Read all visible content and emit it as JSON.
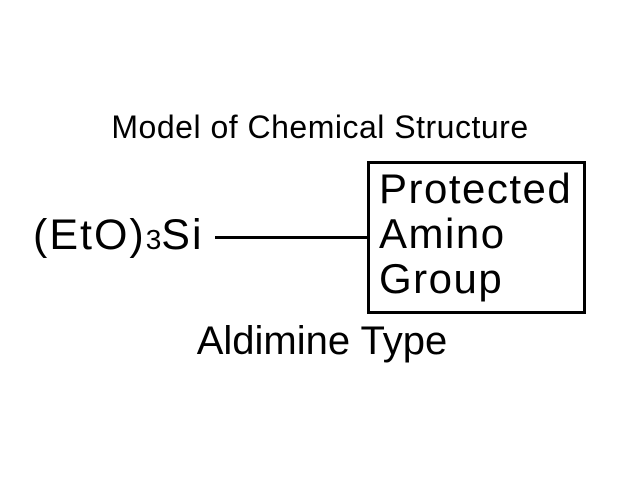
{
  "diagram": {
    "title": "Model of Chemical Structure",
    "formula": {
      "prefix": "(EtO)",
      "subscript": "3",
      "element": "Si"
    },
    "connector": "single-bond-line",
    "box": {
      "lines": [
        "Protected",
        "Amino",
        "Group"
      ]
    },
    "caption": "Aldimine Type"
  },
  "colors": {
    "background": "#ffffff",
    "ink": "#000000"
  }
}
